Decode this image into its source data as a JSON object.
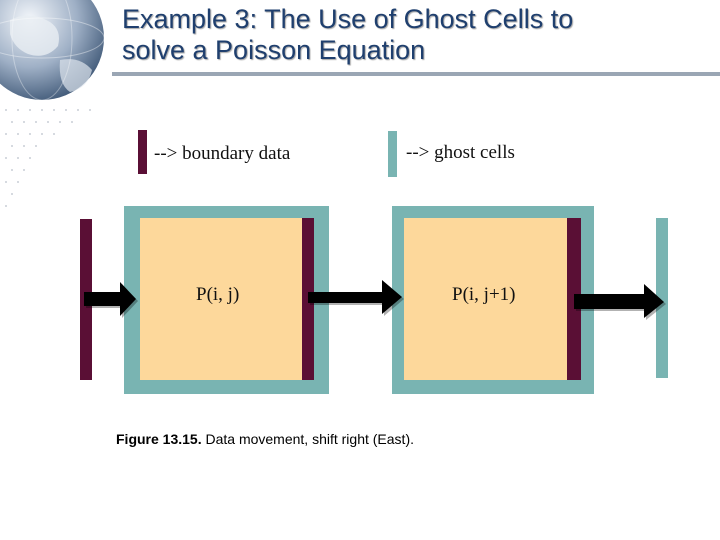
{
  "title": {
    "line1": "Example 3: The Use of Ghost Cells to",
    "line2": "solve a Poisson Equation"
  },
  "legend": {
    "boundary": "--> boundary data",
    "ghost": "--> ghost cells"
  },
  "cells": {
    "left": "P(i, j)",
    "right": "P(i, j+1)"
  },
  "caption": {
    "figure": "Figure 13.15.",
    "text": " Data movement, shift right (East)."
  },
  "colors": {
    "boundary": "#5a0f35",
    "ghost": "#79b4b2",
    "interior": "#fdd89b",
    "title": "#1f3f6e"
  }
}
